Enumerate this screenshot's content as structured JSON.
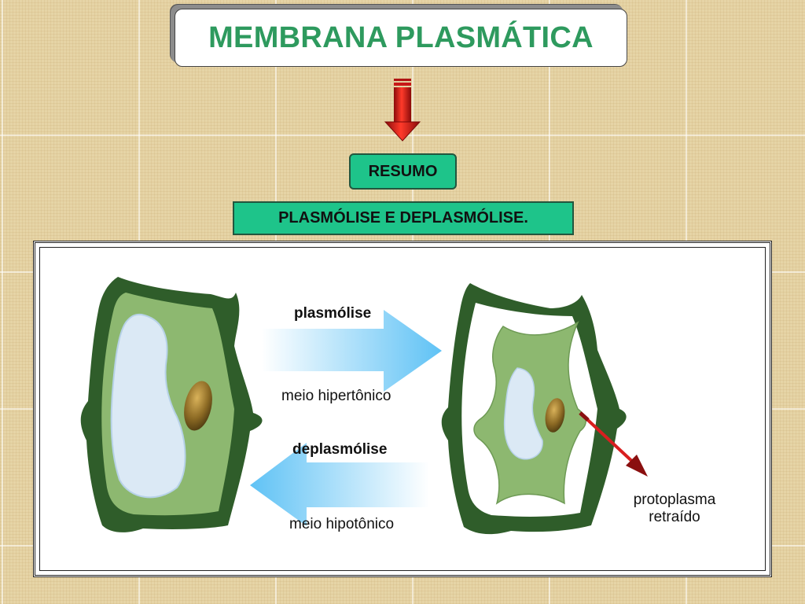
{
  "header": {
    "title": "MEMBRANA PLASMÁTICA",
    "subtitle_button": "RESUMO",
    "topic": "PLASMÓLISE E DEPLASMÓLISE."
  },
  "diagram": {
    "process_top": "plasmólise",
    "medium_top": "meio hipertônico",
    "process_bottom": "deplasmólise",
    "medium_bottom": "meio hipotônico",
    "annotation_line1": "protoplasma",
    "annotation_line2": "retraído"
  },
  "colors": {
    "title_green": "#2e9a5e",
    "box_green": "#1ec48a",
    "cell_wall": "#2f5d2a",
    "cytoplasm": "#8db870",
    "vacuole": "#dbe9f5",
    "nucleus": "#9a7a2e",
    "arrow_blue": "#6fc8f4",
    "pointer_red": "#d81f1f"
  }
}
